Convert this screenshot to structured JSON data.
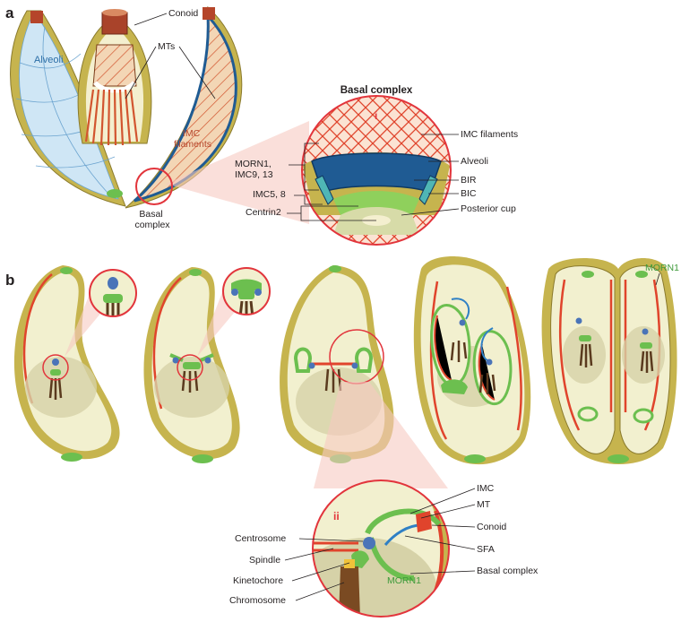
{
  "panel_a": {
    "letter": "a",
    "labels": {
      "alveoli": "Alveoli",
      "conoid": "Conoid",
      "mts": "MTs",
      "imc_filaments": "IMC filaments",
      "basal_complex": "Basal complex"
    },
    "inset": {
      "title": "Basal complex",
      "roman": "i",
      "right_labels": [
        "IMC filaments",
        "Alveoli",
        "BIR",
        "BIC",
        "Posterior cup"
      ],
      "left_labels": [
        "MORN1, IMC9, 13",
        "IMC5, 8",
        "Centrin2"
      ]
    }
  },
  "panel_b": {
    "letter": "b",
    "morn1_label": "MORN1",
    "inset": {
      "roman": "ii",
      "morn1_label": "MORN1",
      "right_labels": [
        "IMC",
        "MT",
        "Conoid",
        "SFA",
        "Basal complex"
      ],
      "left_labels": [
        "Centrosome",
        "Spindle",
        "Kinetochore",
        "Chromosome"
      ]
    }
  },
  "colors": {
    "pellicle": "#c9b458",
    "cytoplasm": "#f2f0cf",
    "imc": "#e0442c",
    "morn1_green": "#6cbf4f",
    "red_circle": "#e2353c",
    "alveoli_blue": "#cfe6f5",
    "bir_blue": "#1f5b93",
    "chromatin": "#5a3a1e"
  }
}
